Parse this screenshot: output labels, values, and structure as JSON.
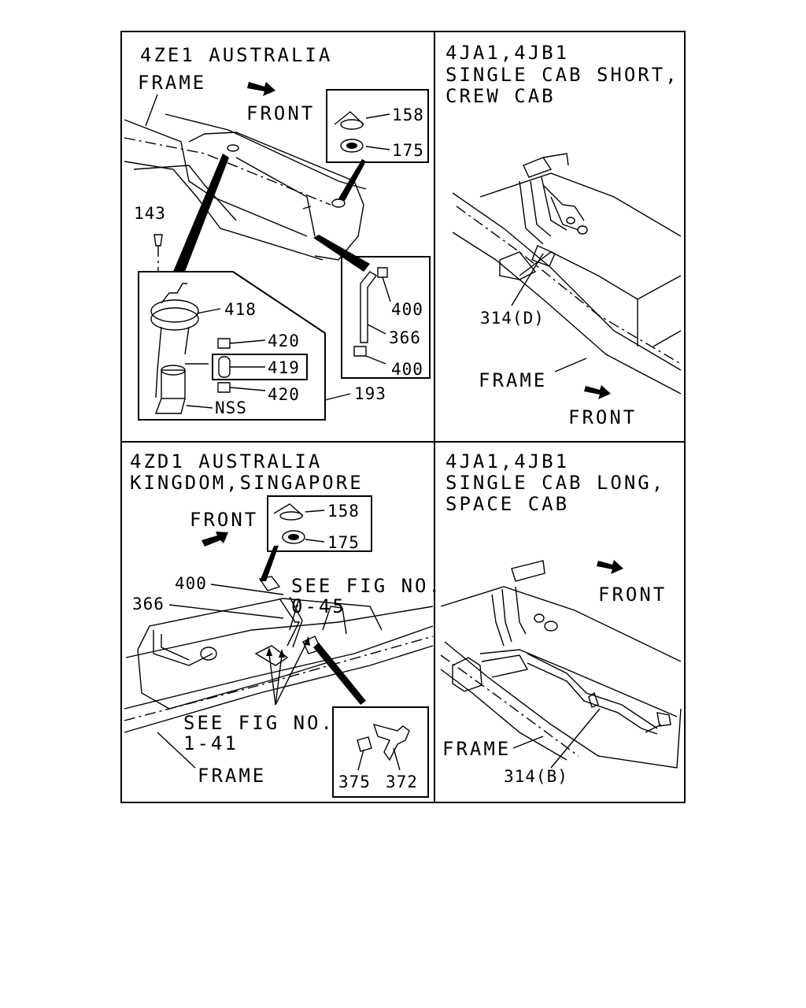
{
  "panels": {
    "top_left": {
      "heading": "4ZE1 AUSTRALIA",
      "frame": "FRAME",
      "front": "FRONT",
      "parts": {
        "p158": "158",
        "p175": "175",
        "p143": "143",
        "p418": "418",
        "p420a": "420",
        "p419": "419",
        "p420b": "420",
        "nss": "NSS",
        "p193": "193",
        "p400a": "400",
        "p366": "366",
        "p400b": "400"
      }
    },
    "top_right": {
      "heading_line1": "4JA1,4JB1",
      "heading_line2": "SINGLE CAB SHORT,",
      "heading_line3": "CREW CAB",
      "part": "314(D)",
      "frame": "FRAME",
      "front": "FRONT"
    },
    "bottom_left": {
      "heading_line1": "4ZD1 AUSTRALIA",
      "heading_line2": "KINGDOM,SINGAPORE",
      "front": "FRONT",
      "see_fig_a_line1": "SEE FIG NO.",
      "see_fig_a_line2": "0-45",
      "see_fig_b_line1": "SEE FIG NO.",
      "see_fig_b_line2": "1-41",
      "frame": "FRAME",
      "parts": {
        "p158": "158",
        "p175": "175",
        "p400": "400",
        "p366": "366",
        "p375": "375",
        "p372": "372"
      }
    },
    "bottom_right": {
      "heading_line1": "4JA1,4JB1",
      "heading_line2": "SINGLE CAB LONG,",
      "heading_line3": "SPACE CAB",
      "front": "FRONT",
      "frame": "FRAME",
      "part": "314(B)"
    }
  }
}
